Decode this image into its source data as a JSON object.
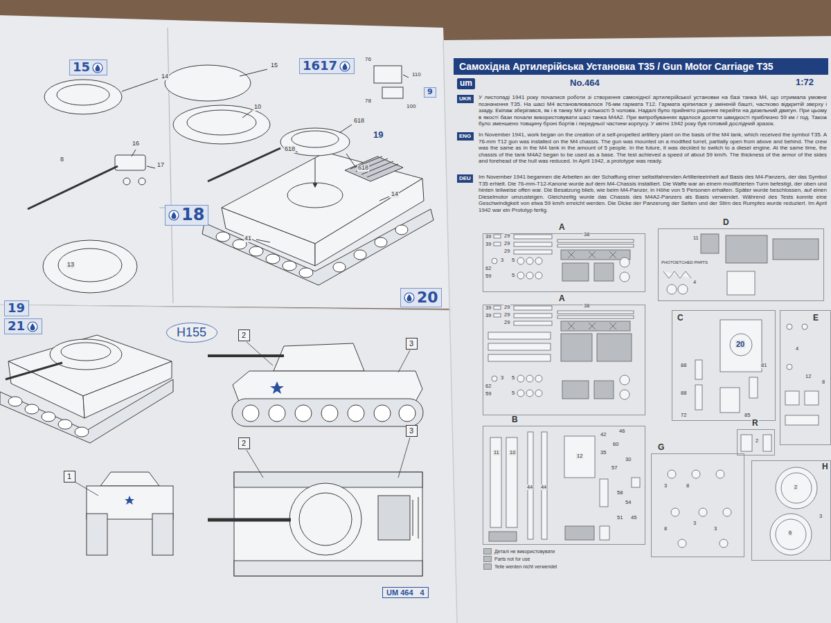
{
  "diagram": {
    "nodes": [
      {
        "text": [
          "Самохідна Артилерійська Установка T35 / Gun Motor Carriage T35"
        ]
      },
      {
        "text": [
          "um"
        ]
      },
      {
        "text": [
          "UKR"
        ]
      },
      {
        "text": [
          "ENG"
        ]
      },
      {
        "text": [
          "DEU"
        ]
      },
      {
        "text": [
          "15"
        ]
      },
      {
        "text": [
          "1617"
        ]
      },
      {
        "text": [
          "9"
        ]
      },
      {
        "text": [
          "18"
        ]
      },
      {
        "text": [
          "20"
        ]
      },
      {
        "text": [
          "19"
        ]
      },
      {
        "text": [
          "21"
        ]
      },
      {
        "text": [
          "H155"
        ]
      },
      {
        "text": [
          "2"
        ]
      },
      {
        "text": [
          "3"
        ]
      },
      {
        "text": [
          "1"
        ]
      },
      {
        "text": [
          "2"
        ]
      },
      {
        "text": [
          "3"
        ]
      },
      {
        "text": [
          "UM 464",
          "4"
        ]
      },
      {
        "text": [
          "A"
        ]
      },
      {
        "text": [
          "A"
        ]
      },
      {
        "text": [
          "B"
        ]
      },
      {
        "text": [
          "D"
        ]
      },
      {
        "text": [
          "C"
        ]
      },
      {
        "text": [
          "E"
        ]
      },
      {
        "text": [
          "R"
        ]
      },
      {
        "text": [
          "G"
        ]
      },
      {
        "text": [
          "H"
        ]
      }
    ],
    "labels": [
      "14",
      "15",
      "10",
      "16",
      "8",
      "17",
      "618",
      "618",
      "618",
      "19",
      "14",
      "41",
      "13",
      "76",
      "110",
      "100",
      "78",
      "No.464",
      "1:72",
      "У листопаді 1941 року почалися роботи зі створення самохідної артилерійської установки на базі танка M4, що отримала умовне позначення T35. На шасі M4 встановлювалося 76-мм гармата T12. Гармата кріпилася у зміненій башті, частково відкритій зверху і ззаду. Екіпаж зберігався, як і в танку M4 у кількості 5 чоловік. Надалі було прийнято рішення перейти на дизельний двигун. При цьому в якості бази почали використовувати шасі танка M4A2. При випробуваннях вдалося досягти швидкості приблизно 59 км / год. Також було зменшено товщину броні бортів і передньої частини корпусу. У квітні 1942 року був готовий дослідний зразок.",
      "In November 1941, work began on the creation of a self-propelled artillery plant on the basis of the M4 tank, which received the symbol T35. A 76-mm T12 gun was installed on the M4 chassis. The gun was mounted on a modified turret, partially open from above and behind. The crew was the same as in the M4 tank in the amount of 5 people. In the future, it was decided to switch to a diesel engine. At the same time, the chassis of the tank M4A2 began to be used as a base. The test achieved a speed of about 59 km/h. The thickness of the armor of the sides and forehead of the hull was reduced. In April 1942, a prototype was ready.",
      "Im November 1941 begannen die Arbeiten an der Schaffung einer selbstfahrenden Artillerieeinheit auf Basis des M4-Panzers, der das Symbol T35 erhielt. Die 76-mm-T12-Kanone wurde auf dem M4-Chassis installiert. Die Waffe war an einem modifizierten Turm befestigt, der oben und hinten teilweise offen war. Die Besatzung blieb, wie beim M4-Panzer, in Höhe von 5 Personen erhalten. Später wurde beschlossen, auf einen Dieselmotor umzusteigen. Gleichzeitig wurde das Chassis des M4A2-Panzers als Basis verwendet. Während des Tests konnte eine Geschwindigkeit von etwa 59 km/h erreicht werden. Die Dicke der Panzerung der Seiten und der Stirn des Rumpfes wurde reduziert. Im April 1942 war ein Prototyp fertig.",
      "39",
      "39",
      "29",
      "29",
      "29",
      "38",
      "62",
      "3",
      "5",
      "59",
      "5",
      "39",
      "39",
      "29",
      "29",
      "29",
      "38",
      "62",
      "3",
      "5",
      "59",
      "5",
      "11",
      "10",
      "44",
      "44",
      "12",
      "42",
      "46",
      "60",
      "35",
      "57",
      "30",
      "58",
      "54",
      "51",
      "45",
      "11",
      "PHOTOETCHED PARTS",
      "4",
      "88",
      "88",
      "20",
      "81",
      "72",
      "85",
      "4",
      "12",
      "8",
      "2",
      "3",
      "8",
      "3",
      "8",
      "3",
      "2",
      "6",
      "3"
    ],
    "legend": [
      {
        "text": "Деталі не використовувати",
        "color": "#b9bcc0"
      },
      {
        "text": "Parts not for use",
        "color": "#b9bcc0"
      },
      {
        "text": "Teile werden nicht verwendet",
        "color": "#b9bcc0"
      }
    ]
  }
}
